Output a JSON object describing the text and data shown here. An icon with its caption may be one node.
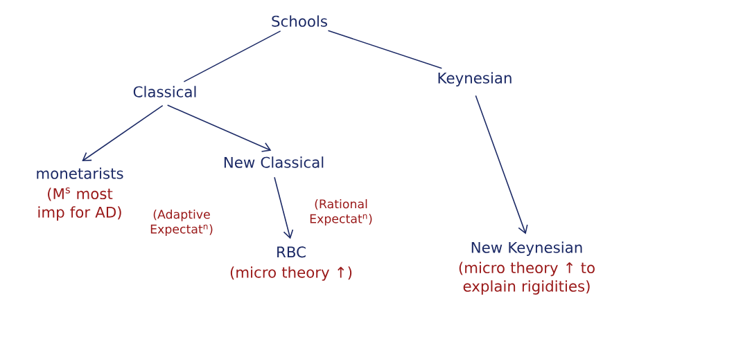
{
  "diagram": {
    "nodes": [
      {
        "text": [
          "Schools"
        ]
      },
      {
        "text": [
          "Classical"
        ]
      },
      {
        "text": [
          "Keynesian"
        ]
      },
      {
        "text": [
          "monetarists",
          "(M$^{s}$ most imp for AD)"
        ],
        "beside": [
          "(Adaptive Expectat$^{n}$)"
        ]
      },
      {
        "text": [
          "New Classical"
        ],
        "beside": [
          "(Rational Expectat$^{n}$)"
        ]
      },
      {
        "text": [
          "RBC",
          "(micro theory ↑)"
        ]
      },
      {
        "text": [
          "New Keynesian",
          "(micro theory ↑ to explain rigidities)"
        ]
      }
    ],
    "edges": [
      {
        "from": 0,
        "to": 1,
        "arrow": "none"
      },
      {
        "from": 0,
        "to": 2,
        "arrow": "none"
      },
      {
        "from": 1,
        "to": 3,
        "arrow": "to"
      },
      {
        "from": 1,
        "to": 4,
        "arrow": "to"
      },
      {
        "from": 4,
        "to": 5,
        "arrow": "to"
      },
      {
        "from": 2,
        "to": 6,
        "arrow": "to"
      }
    ]
  }
}
